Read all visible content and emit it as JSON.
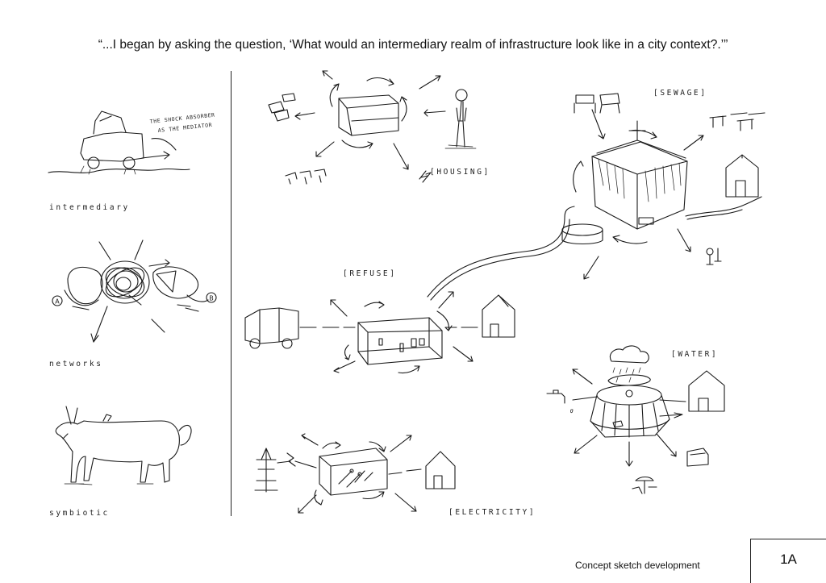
{
  "quote": "“...I began by asking the question, ‘What would an intermediary realm of infrastructure look like in a city context?.’”",
  "left_labels": {
    "intermediary": "intermediary",
    "networks": "networks",
    "symbiotic": "symbiotic"
  },
  "sketch_note": [
    "THE SHOCK ABSORBER",
    "AS THE MEDIATOR"
  ],
  "network_nodes": [
    "A",
    "B"
  ],
  "sections": {
    "housing": "[HOUSING]",
    "sewage": "[SEWAGE]",
    "refuse": "[REFUSE]",
    "water": "[WATER]",
    "electricity": "[ELECTRICITY]"
  },
  "footer": {
    "caption": "Concept sketch development",
    "page": "1A"
  }
}
